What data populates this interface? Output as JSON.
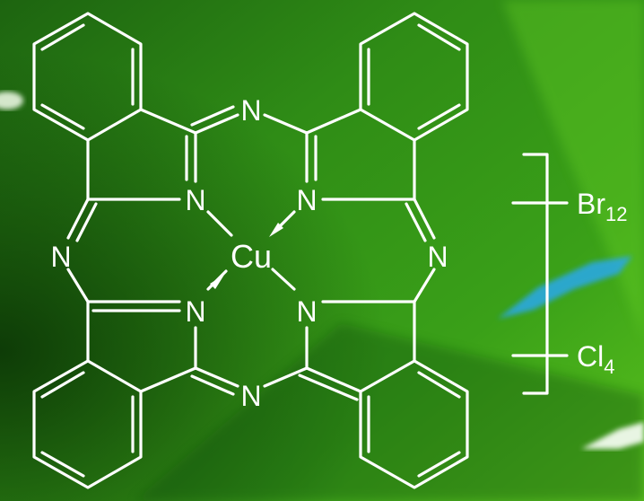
{
  "colors": {
    "background_dark": "#0c3a06",
    "background_mid": "#2a8a14",
    "background_light": "#56c21c",
    "highlight_white": "#e8f5e0",
    "highlight_blue": "#29a8e0",
    "line": "#ffffff"
  },
  "molecule": {
    "metal": "Cu",
    "nitrogen": "N",
    "substituent_1": {
      "element": "Br",
      "count": "12"
    },
    "substituent_2": {
      "element": "Cl",
      "count": "4"
    }
  }
}
